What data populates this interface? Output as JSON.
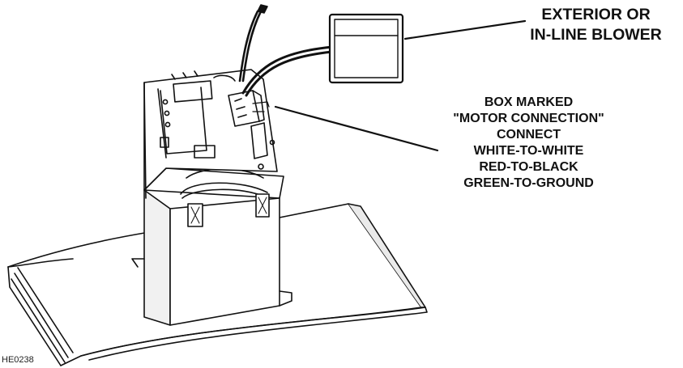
{
  "callouts": {
    "exterior_blower": [
      "EXTERIOR OR",
      "IN-LINE BLOWER"
    ],
    "motor_connection": [
      "BOX MARKED",
      "\"MOTOR CONNECTION\"",
      "CONNECT",
      "WHITE-TO-WHITE",
      "RED-TO-BLACK",
      "GREEN-TO-GROUND"
    ]
  },
  "figure_id": "HE0238"
}
